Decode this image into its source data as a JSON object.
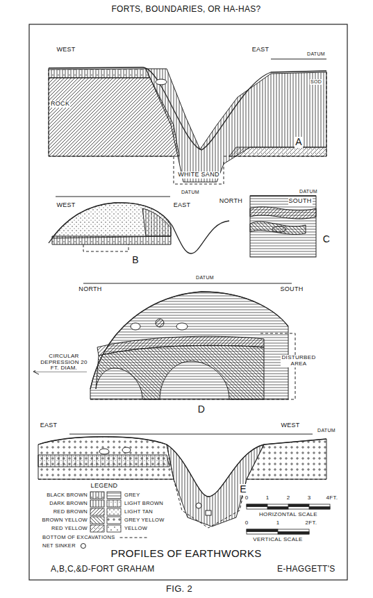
{
  "diagram": {
    "title": "FORTS, BOUNDARIES, OR HA-HAS?",
    "caption": "FIG. 2",
    "labels": [
      "WEST",
      "EAST",
      "DATUM",
      "ROCK",
      "SOD",
      "A",
      "WHITE SAND",
      "WEST",
      "EAST",
      "DATUM",
      "B",
      "NORTH",
      "SOUTH",
      "DATUM",
      "C",
      "NORTH",
      "DATUM",
      "SOUTH",
      "CIRCULAR DEPRESSION 20 FT. DIAM.",
      "DISTURBED AREA",
      "D",
      "EAST",
      "WEST",
      "DATUM",
      "E",
      "LEGEND",
      "0",
      "1",
      "2",
      "3",
      "4FT.",
      "HORIZONTAL SCALE",
      "0",
      "1",
      "2FT.",
      "VERTICAL SCALE",
      "PROFILES OF EARTHWORKS",
      "A,B,C,&D-FORT GRAHAM",
      "E-HAGGETT'S"
    ],
    "legend": [
      {
        "text": "BLACK BROWN"
      },
      {
        "text": "DARK BROWN"
      },
      {
        "text": "RED BROWN"
      },
      {
        "text": "BROWN YELLOW"
      },
      {
        "text": "RED YELLOW"
      },
      {
        "text": "GREY"
      },
      {
        "text": "LIGHT BROWN"
      },
      {
        "text": "LIGHT TAN"
      },
      {
        "text": "GREY YELLOW"
      },
      {
        "text": "YELLOW"
      },
      {
        "text": "BOTTOM OF EXCAVATIONS"
      },
      {
        "text": "NET SINKER"
      }
    ]
  }
}
